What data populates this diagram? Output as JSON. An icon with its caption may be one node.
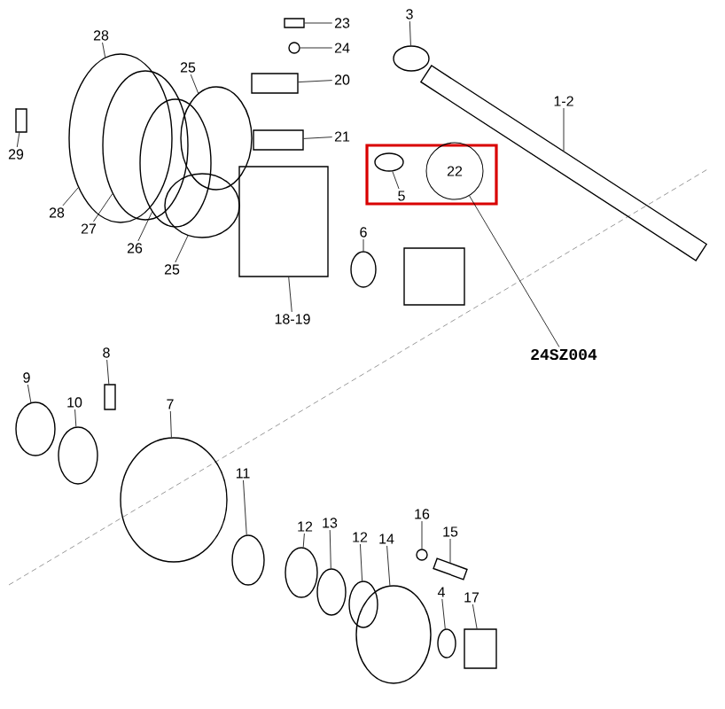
{
  "diagram": {
    "nodes": [
      {
        "text": [
          "28"
        ]
      },
      {
        "text": [],
        "shape": "circle"
      },
      {
        "text": [
          "3"
        ]
      },
      {
        "text": [],
        "shape": "circle"
      },
      {
        "text": [
          "23"
        ]
      },
      {
        "text": [],
        "shape": "box"
      },
      {
        "text": [
          "24"
        ]
      },
      {
        "text": [],
        "shape": "circle"
      },
      {
        "text": [
          "20"
        ]
      },
      {
        "text": [],
        "shape": "box"
      },
      {
        "text": [
          "25"
        ]
      },
      {
        "text": [],
        "shape": "circle"
      },
      {
        "text": [
          "1-2"
        ]
      },
      {
        "text": [],
        "shape": "box"
      },
      {
        "text": [
          "21"
        ]
      },
      {
        "text": [],
        "shape": "box"
      },
      {
        "text": [
          "29"
        ]
      },
      {
        "text": [],
        "shape": "box"
      },
      {
        "text": [],
        "shape": "box"
      },
      {
        "text": [],
        "shape": "circle",
        "in": 18
      },
      {
        "text": [
          "22"
        ],
        "in": 18
      },
      {
        "text": [
          "5"
        ],
        "in": 18
      },
      {
        "text": [
          "28"
        ]
      },
      {
        "text": [
          "27"
        ]
      },
      {
        "text": [],
        "shape": "circle"
      },
      {
        "text": [
          "26"
        ]
      },
      {
        "text": [],
        "shape": "circle"
      },
      {
        "text": [
          "25"
        ]
      },
      {
        "text": [],
        "shape": "circle"
      },
      {
        "text": [
          "6"
        ]
      },
      {
        "text": [],
        "shape": "circle"
      },
      {
        "text": [
          "18-19"
        ]
      },
      {
        "text": [],
        "shape": "box"
      },
      {
        "text": [
          "24SZ004"
        ]
      },
      {
        "text": [
          "8"
        ]
      },
      {
        "text": [],
        "shape": "box"
      },
      {
        "text": [
          "9"
        ]
      },
      {
        "text": [],
        "shape": "circle"
      },
      {
        "text": [
          "10"
        ]
      },
      {
        "text": [],
        "shape": "circle"
      },
      {
        "text": [
          "7"
        ]
      },
      {
        "text": [],
        "shape": "circle"
      },
      {
        "text": [
          "11"
        ]
      },
      {
        "text": [],
        "shape": "circle"
      },
      {
        "text": [
          "16"
        ]
      },
      {
        "text": [],
        "shape": "circle"
      },
      {
        "text": [
          "12"
        ]
      },
      {
        "text": [],
        "shape": "circle"
      },
      {
        "text": [
          "13"
        ]
      },
      {
        "text": [],
        "shape": "circle"
      },
      {
        "text": [
          "15"
        ]
      },
      {
        "text": [],
        "shape": "box"
      },
      {
        "text": [
          "12"
        ]
      },
      {
        "text": [],
        "shape": "circle"
      },
      {
        "text": [
          "14"
        ]
      },
      {
        "text": [],
        "shape": "circle"
      },
      {
        "text": [
          "4"
        ]
      },
      {
        "text": [],
        "shape": "circle"
      },
      {
        "text": [
          "17"
        ]
      },
      {
        "text": [],
        "shape": "box"
      }
    ],
    "edges": [
      {
        "from": 0,
        "to": 1,
        "arrow": "none"
      },
      {
        "from": 2,
        "to": 3,
        "arrow": "none"
      },
      {
        "from": 4,
        "to": 5,
        "arrow": "none"
      },
      {
        "from": 6,
        "to": 7,
        "arrow": "none"
      },
      {
        "from": 8,
        "to": 9,
        "arrow": "none"
      },
      {
        "from": 10,
        "to": 11,
        "arrow": "none"
      },
      {
        "from": 12,
        "to": 13,
        "arrow": "none"
      },
      {
        "from": 14,
        "to": 15,
        "arrow": "none"
      },
      {
        "from": 16,
        "to": 17,
        "arrow": "none"
      },
      {
        "from": 21,
        "to": 19,
        "arrow": "none"
      },
      {
        "from": 22,
        "to": 1,
        "arrow": "none"
      },
      {
        "from": 23,
        "to": 24,
        "arrow": "none"
      },
      {
        "from": 25,
        "to": 26,
        "arrow": "none"
      },
      {
        "from": 27,
        "to": 28,
        "arrow": "none"
      },
      {
        "from": 29,
        "to": 30,
        "arrow": "none"
      },
      {
        "from": 31,
        "to": 32,
        "arrow": "none"
      },
      {
        "from": 33,
        "to": 20,
        "arrow": "none"
      },
      {
        "from": 34,
        "to": 35,
        "arrow": "none"
      },
      {
        "from": 36,
        "to": 37,
        "arrow": "none"
      },
      {
        "from": 38,
        "to": 39,
        "arrow": "none"
      },
      {
        "from": 40,
        "to": 41,
        "arrow": "none"
      },
      {
        "from": 42,
        "to": 43,
        "arrow": "none"
      },
      {
        "from": 44,
        "to": 45,
        "arrow": "none"
      },
      {
        "from": 46,
        "to": 47,
        "arrow": "none"
      },
      {
        "from": 48,
        "to": 49,
        "arrow": "none"
      },
      {
        "from": 50,
        "to": 51,
        "arrow": "none"
      },
      {
        "from": 52,
        "to": 53,
        "arrow": "none"
      },
      {
        "from": 54,
        "to": 55,
        "arrow": "none"
      },
      {
        "from": 56,
        "to": 57,
        "arrow": "none"
      },
      {
        "from": 58,
        "to": 59,
        "arrow": "none"
      }
    ]
  }
}
